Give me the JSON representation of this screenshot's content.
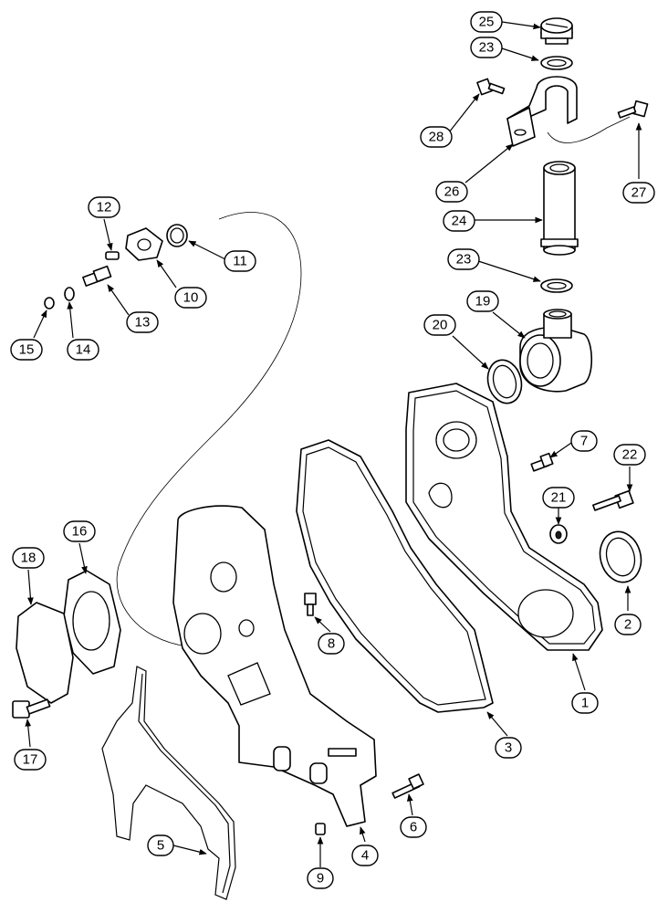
{
  "callouts": [
    {
      "id": "1",
      "label": "1"
    },
    {
      "id": "2",
      "label": "2"
    },
    {
      "id": "3",
      "label": "3"
    },
    {
      "id": "4",
      "label": "4"
    },
    {
      "id": "5",
      "label": "5"
    },
    {
      "id": "6",
      "label": "6"
    },
    {
      "id": "7",
      "label": "7"
    },
    {
      "id": "8",
      "label": "8"
    },
    {
      "id": "9",
      "label": "9"
    },
    {
      "id": "10",
      "label": "10"
    },
    {
      "id": "11",
      "label": "11"
    },
    {
      "id": "12",
      "label": "12"
    },
    {
      "id": "13",
      "label": "13"
    },
    {
      "id": "14",
      "label": "14"
    },
    {
      "id": "15",
      "label": "15"
    },
    {
      "id": "16",
      "label": "16"
    },
    {
      "id": "17",
      "label": "17"
    },
    {
      "id": "18",
      "label": "18"
    },
    {
      "id": "19",
      "label": "19"
    },
    {
      "id": "20",
      "label": "20"
    },
    {
      "id": "21",
      "label": "21"
    },
    {
      "id": "22",
      "label": "22"
    },
    {
      "id": "23a",
      "label": "23"
    },
    {
      "id": "23b",
      "label": "23"
    },
    {
      "id": "24",
      "label": "24"
    },
    {
      "id": "25",
      "label": "25"
    },
    {
      "id": "26",
      "label": "26"
    },
    {
      "id": "27",
      "label": "27"
    },
    {
      "id": "28",
      "label": "28"
    }
  ]
}
